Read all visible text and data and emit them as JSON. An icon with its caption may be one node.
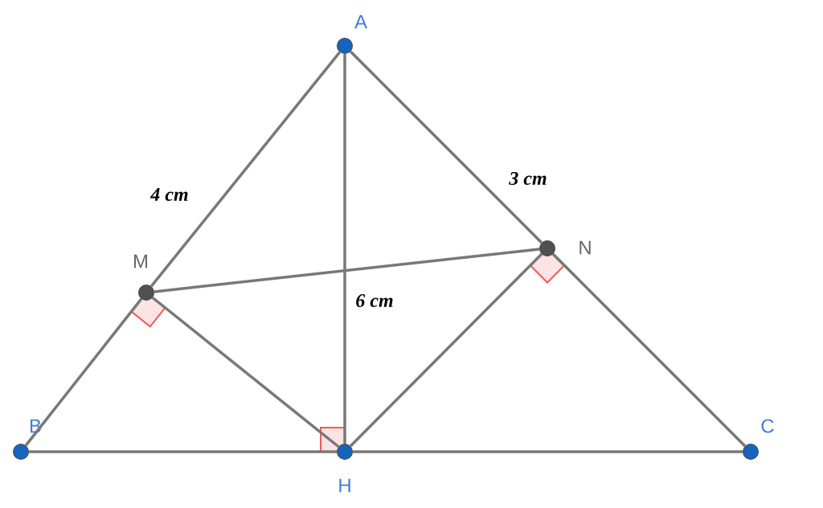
{
  "diagram": {
    "nodes": [
      {
        "text": [],
        "shape": "circle",
        "beside": [
          "A"
        ]
      },
      {
        "text": [],
        "shape": "circle",
        "beside": [
          "B"
        ]
      },
      {
        "text": [],
        "shape": "circle",
        "beside": [
          "C"
        ]
      },
      {
        "text": [],
        "shape": "circle",
        "beside": [
          "H"
        ]
      },
      {
        "text": [],
        "shape": "circle",
        "beside": [
          "M"
        ]
      },
      {
        "text": [],
        "shape": "circle",
        "beside": [
          "N"
        ]
      }
    ],
    "edges": [
      {
        "from": 0,
        "to": 4,
        "arrow": "none",
        "label": "4 cm"
      },
      {
        "from": 4,
        "to": 1,
        "arrow": "none"
      },
      {
        "from": 0,
        "to": 5,
        "arrow": "none",
        "label": "3 cm"
      },
      {
        "from": 5,
        "to": 2,
        "arrow": "none"
      },
      {
        "from": 1,
        "to": 3,
        "arrow": "none"
      },
      {
        "from": 3,
        "to": 2,
        "arrow": "none"
      },
      {
        "from": 0,
        "to": 3,
        "arrow": "none",
        "label": "6 cm"
      },
      {
        "from": 4,
        "to": 5,
        "arrow": "none"
      },
      {
        "from": 4,
        "to": 3,
        "arrow": "none"
      },
      {
        "from": 5,
        "to": 3,
        "arrow": "none"
      }
    ]
  }
}
